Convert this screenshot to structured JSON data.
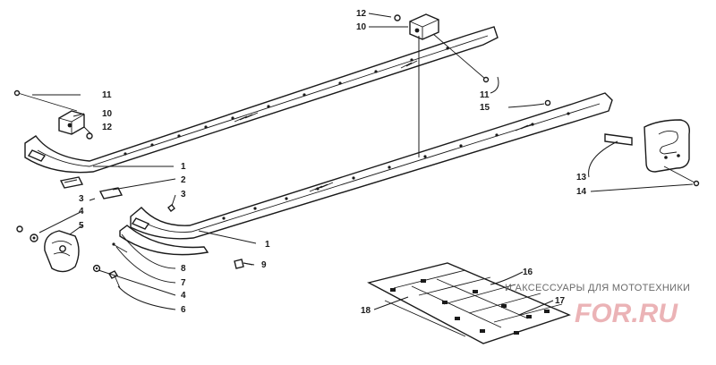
{
  "callouts": {
    "c12_top": "12",
    "c10_top": "10",
    "c11_top": "11",
    "c11_left": "11",
    "c10_left": "10",
    "c12_left": "12",
    "c15": "15",
    "c1_a": "1",
    "c1_b": "1",
    "c2": "2",
    "c3_r": "3",
    "c3_l": "3",
    "c4_l": "4",
    "c5": "5",
    "c7": "7",
    "c8": "8",
    "c9": "9",
    "c4_b": "4",
    "c6": "6",
    "c13": "13",
    "c14": "14",
    "c16": "16",
    "c17": "17",
    "c18": "18"
  },
  "watermark": {
    "text": "И АКСЕССУАРЫ ДЛЯ МОТОТЕХНИКИ",
    "logo": "FOR.RU"
  }
}
